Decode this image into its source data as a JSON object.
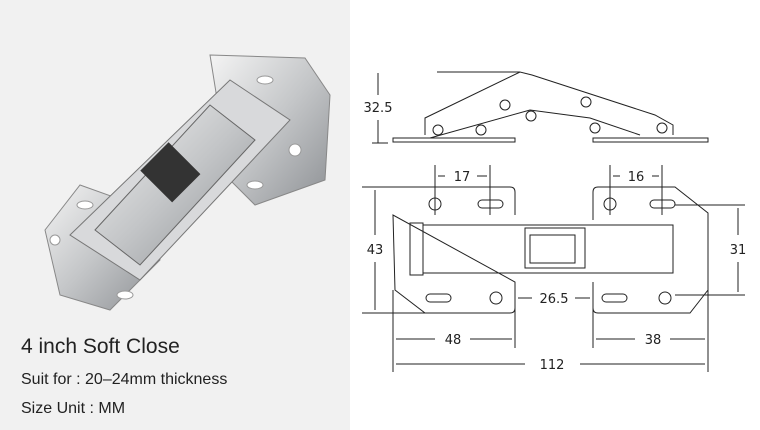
{
  "product": {
    "title": "4 inch Soft Close",
    "suit_for": "Suit for : 20–24mm thickness",
    "size_unit": "Size Unit : MM"
  },
  "dimensions": {
    "height": "32.5",
    "hole_spacing_left": "17",
    "hole_spacing_right": "16",
    "plate_height": "43",
    "right_hole_vertical": "31",
    "gap": "26.5",
    "left_plate_width": "48",
    "right_plate_width": "38",
    "total_width": "112"
  }
}
